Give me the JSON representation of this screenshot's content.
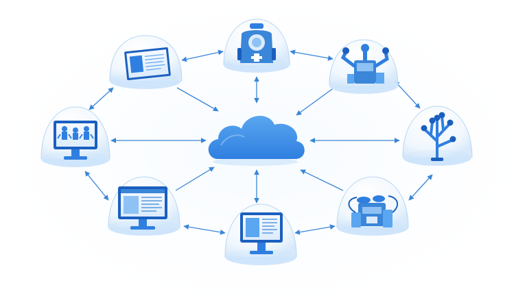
{
  "colors": {
    "accent": "#2f7fe0",
    "accent_dark": "#1a5fbf",
    "accent_light": "#8ec2f5",
    "platform": "#cfe5fb",
    "dome_stroke": "#b8d6f2",
    "link": "#3a86d8"
  },
  "hub": {
    "icon": "cloud-icon"
  },
  "nodes": [
    {
      "id": "top-left",
      "icon": "document-screen-icon"
    },
    {
      "id": "top",
      "icon": "medical-robot-icon"
    },
    {
      "id": "top-right",
      "icon": "robot-arms-machine-icon"
    },
    {
      "id": "right",
      "icon": "network-tree-icon"
    },
    {
      "id": "bottom-right",
      "icon": "industrial-machine-icon"
    },
    {
      "id": "bottom",
      "icon": "monitor-dashboard-icon"
    },
    {
      "id": "bottom-left",
      "icon": "monitor-document-icon"
    },
    {
      "id": "left",
      "icon": "monitor-robots-icon"
    }
  ]
}
